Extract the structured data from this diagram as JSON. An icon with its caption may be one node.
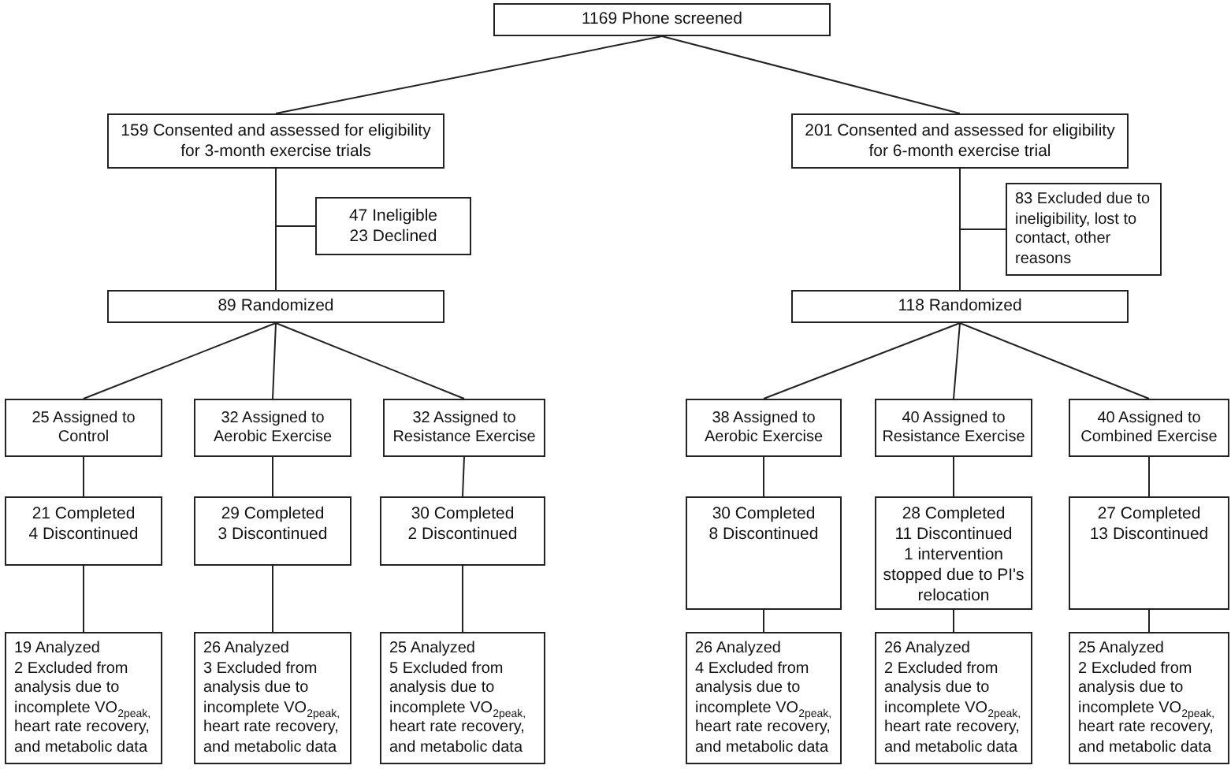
{
  "diagram": {
    "nodes": [
      {
        "text": [
          "1169 Phone screened"
        ]
      },
      {
        "text": [
          "159 Consented and assessed for eligibility for 3-month exercise trials"
        ]
      },
      {
        "text": [
          "201 Consented and assessed for eligibility for 6-month exercise trial"
        ]
      },
      {
        "text": [
          "47 Ineligible",
          "23 Declined"
        ]
      },
      {
        "text": [
          "83 Excluded due to ineligibility, lost to contact, other reasons"
        ]
      },
      {
        "text": [
          "89 Randomized"
        ]
      },
      {
        "text": [
          "118 Randomized"
        ]
      },
      {
        "text": [
          "25 Assigned to Control"
        ]
      },
      {
        "text": [
          "32 Assigned to Aerobic Exercise"
        ]
      },
      {
        "text": [
          "32 Assigned to Resistance Exercise"
        ]
      },
      {
        "text": [
          "38 Assigned to Aerobic Exercise"
        ]
      },
      {
        "text": [
          "40 Assigned to Resistance Exercise"
        ]
      },
      {
        "text": [
          "40 Assigned to Combined Exercise"
        ]
      },
      {
        "text": [
          "21 Completed",
          "4 Discontinued"
        ]
      },
      {
        "text": [
          "29 Completed",
          "3 Discontinued"
        ]
      },
      {
        "text": [
          "30 Completed",
          "2 Discontinued"
        ]
      },
      {
        "text": [
          "30 Completed",
          "8 Discontinued"
        ]
      },
      {
        "text": [
          "28 Completed",
          "11 Discontinued",
          "1 intervention stopped due to PI's relocation"
        ]
      },
      {
        "text": [
          "27 Completed",
          "13 Discontinued"
        ]
      },
      {
        "text": [
          "19 Analyzed",
          "2 Excluded from analysis due to incomplete VO$_{2peak,}$ heart rate recovery, and metabolic data"
        ]
      },
      {
        "text": [
          "26 Analyzed",
          "3 Excluded from analysis due to incomplete VO$_{2peak,}$ heart rate recovery, and metabolic data"
        ]
      },
      {
        "text": [
          "25 Analyzed",
          "5 Excluded from analysis due to incomplete VO$_{2peak,}$ heart rate recovery, and metabolic data"
        ]
      },
      {
        "text": [
          "26 Analyzed",
          "4 Excluded from analysis due to incomplete VO$_{2peak,}$ heart rate recovery, and metabolic data"
        ]
      },
      {
        "text": [
          "26 Analyzed",
          "2 Excluded from analysis due to incomplete VO$_{2peak,}$ heart rate recovery, and metabolic data"
        ]
      },
      {
        "text": [
          "25 Analyzed",
          "2 Excluded from analysis due to incomplete VO$_{2peak,}$ heart rate recovery, and metabolic data"
        ]
      }
    ],
    "edges": [
      {
        "from": 0,
        "to": 1,
        "arrow": "none"
      },
      {
        "from": 0,
        "to": 2,
        "arrow": "none"
      },
      {
        "from": 1,
        "to": 5,
        "arrow": "none"
      },
      {
        "from": 1,
        "to": 3,
        "arrow": "none"
      },
      {
        "from": 2,
        "to": 6,
        "arrow": "none"
      },
      {
        "from": 2,
        "to": 4,
        "arrow": "none"
      },
      {
        "from": 5,
        "to": 7,
        "arrow": "none"
      },
      {
        "from": 5,
        "to": 8,
        "arrow": "none"
      },
      {
        "from": 5,
        "to": 9,
        "arrow": "none"
      },
      {
        "from": 6,
        "to": 10,
        "arrow": "none"
      },
      {
        "from": 6,
        "to": 11,
        "arrow": "none"
      },
      {
        "from": 6,
        "to": 12,
        "arrow": "none"
      },
      {
        "from": 7,
        "to": 13,
        "arrow": "none"
      },
      {
        "from": 8,
        "to": 14,
        "arrow": "none"
      },
      {
        "from": 9,
        "to": 15,
        "arrow": "none"
      },
      {
        "from": 10,
        "to": 16,
        "arrow": "none"
      },
      {
        "from": 11,
        "to": 17,
        "arrow": "none"
      },
      {
        "from": 12,
        "to": 18,
        "arrow": "none"
      },
      {
        "from": 13,
        "to": 19,
        "arrow": "none"
      },
      {
        "from": 14,
        "to": 20,
        "arrow": "none"
      },
      {
        "from": 15,
        "to": 21,
        "arrow": "none"
      },
      {
        "from": 16,
        "to": 22,
        "arrow": "none"
      },
      {
        "from": 17,
        "to": 23,
        "arrow": "none"
      },
      {
        "from": 18,
        "to": 24,
        "arrow": "none"
      }
    ]
  }
}
